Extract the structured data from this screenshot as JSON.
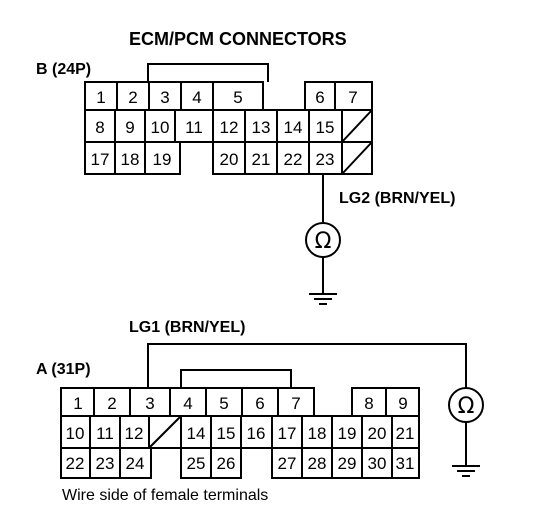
{
  "title": "ECM/PCM CONNECTORS",
  "connector_b": {
    "label": "B (24P)",
    "rows": [
      [
        "1",
        "2",
        "3",
        "4",
        "5",
        "",
        "6",
        "7"
      ],
      [
        "8",
        "9",
        "10",
        "11",
        "12",
        "13",
        "14",
        "15",
        ""
      ],
      [
        "17",
        "18",
        "19",
        "",
        "20",
        "21",
        "22",
        "23",
        ""
      ]
    ],
    "wire_label": "LG2 (BRN/YEL)"
  },
  "connector_a": {
    "label": "A (31P)",
    "rows": [
      [
        "1",
        "2",
        "3",
        "4",
        "5",
        "6",
        "7",
        "",
        "8",
        "9"
      ],
      [
        "10",
        "11",
        "12",
        "",
        "14",
        "15",
        "16",
        "17",
        "18",
        "19",
        "20",
        "21"
      ],
      [
        "22",
        "23",
        "24",
        "",
        "25",
        "26",
        "",
        "27",
        "28",
        "29",
        "30",
        "31"
      ]
    ],
    "wire_label": "LG1 (BRN/YEL)"
  },
  "meter_symbol": "Ω",
  "caption": "Wire side of female terminals"
}
